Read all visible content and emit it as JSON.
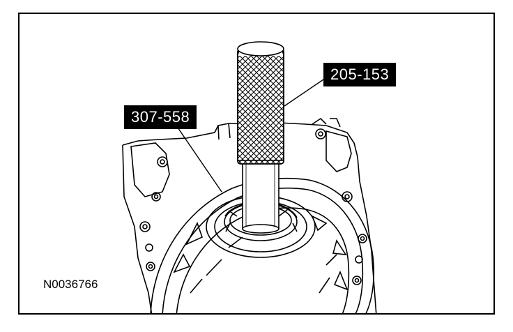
{
  "figure": {
    "callouts": [
      {
        "label": "205-153"
      },
      {
        "label": "307-558"
      }
    ],
    "figure_id": "N0036766"
  }
}
